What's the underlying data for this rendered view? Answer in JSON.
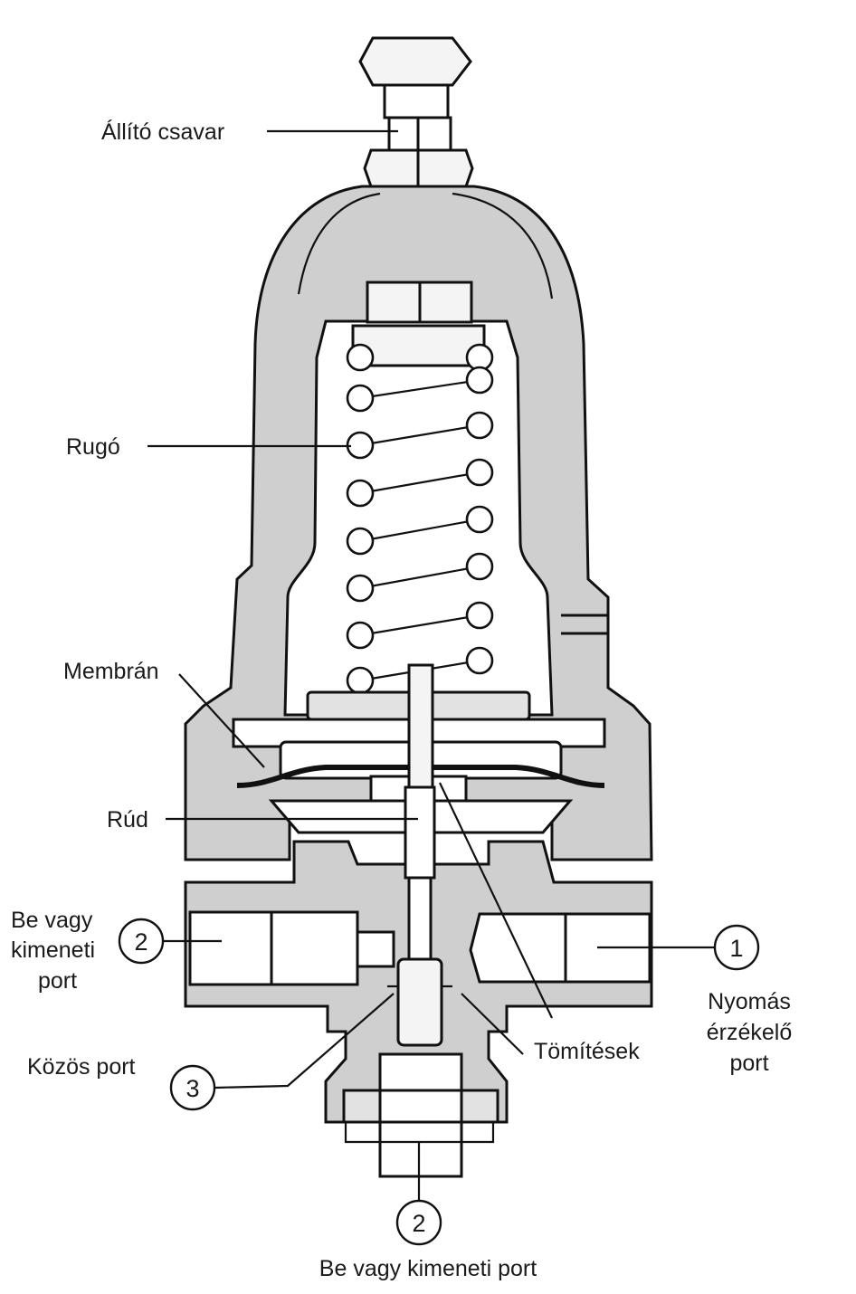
{
  "labels": {
    "adjusting_screw": "Állító csavar",
    "spring": "Rugó",
    "diaphragm": "Membrán",
    "stem": "Rúd",
    "port_left_line1": "Be vagy",
    "port_left_line2": "kimeneti",
    "port_left_line3": "port",
    "common_port": "Közös port",
    "seals": "Tömítések",
    "pressure_port_line1": "Nyomás",
    "pressure_port_line2": "érzékelő",
    "pressure_port_line3": "port",
    "port_bottom": "Be vagy kimeneti port"
  },
  "port_numbers": {
    "left": "2",
    "right": "1",
    "common": "3",
    "bottom": "2"
  },
  "colors": {
    "housing_fill": "#cfcfcf",
    "outline": "#111111"
  }
}
